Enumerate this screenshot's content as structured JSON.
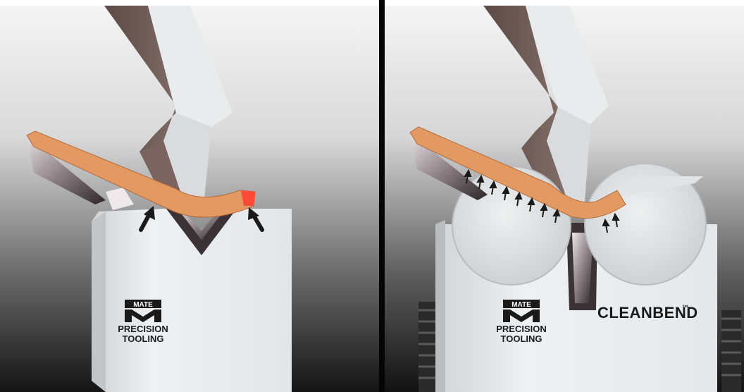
{
  "panels": {
    "left": {
      "logo": {
        "badge": "MATE",
        "line1": "PRECISION",
        "line2": "TOOLING"
      }
    },
    "right": {
      "logo": {
        "badge": "MATE",
        "line1": "PRECISION",
        "line2": "TOOLING"
      },
      "product": {
        "name": "CLEANBEND",
        "trademark": "™"
      }
    }
  },
  "colors": {
    "sheet": "#e39a62",
    "sheet_edge": "#b56a3a",
    "highlight": "#ff4a3a",
    "die": "#e8ecee",
    "punch_dark": "#6d5a55",
    "background_top": "#f2f2f2",
    "background_bottom": "#1a1a1a"
  }
}
